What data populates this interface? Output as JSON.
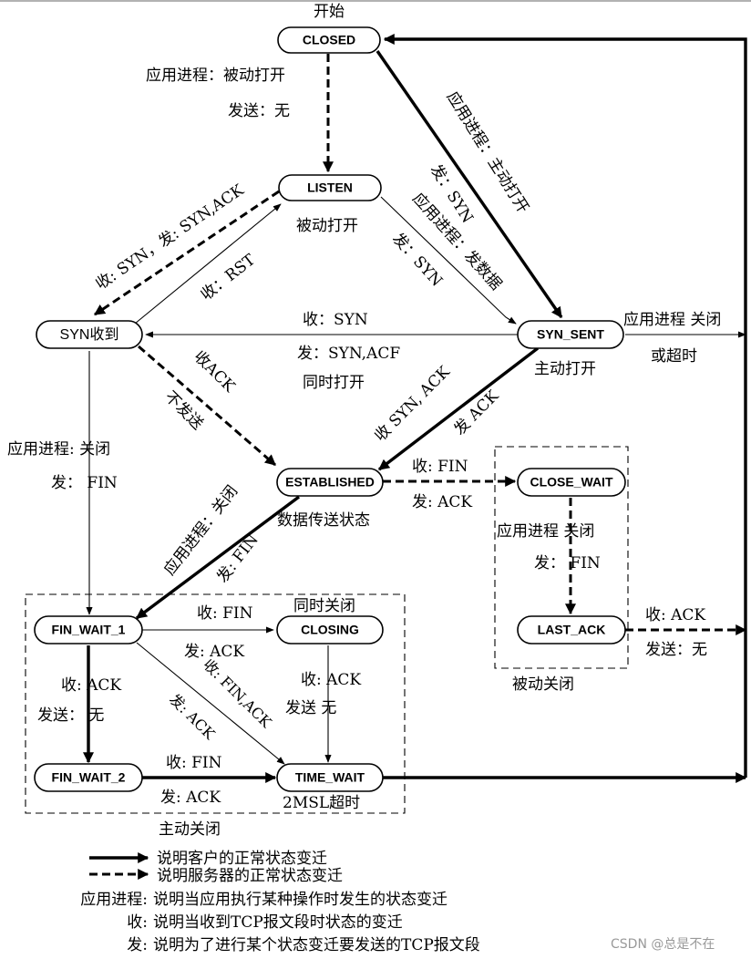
{
  "title": "开始",
  "states": {
    "closed": "CLOSED",
    "listen": "LISTEN",
    "syn_rcvd": "SYN收到",
    "syn_sent": "SYN_SENT",
    "established": "ESTABLISHED",
    "close_wait": "CLOSE_WAIT",
    "last_ack": "LAST_ACK",
    "fin_wait_1": "FIN_WAIT_1",
    "closing": "CLOSING",
    "fin_wait_2": "FIN_WAIT_2",
    "time_wait": "TIME_WAIT"
  },
  "labels": {
    "closed_listen_1": "应用进程：被动打开",
    "closed_listen_2": "发送：无",
    "listen_note": "被动打开",
    "listen_synrcvd_1": "收: SYN，发: SYN,ACK",
    "synrcvd_listen": "收：RST",
    "closed_synsent_1": "应用进程：主动打开",
    "closed_synsent_2": "发：SYN",
    "listen_synsent_1": "应用进程：发数据",
    "listen_synsent_2": "发：SYN",
    "synsent_synrcvd_1": "收：SYN",
    "synsent_synrcvd_2": "发：SYN,ACF",
    "synsent_synrcvd_3": "同时打开",
    "synsent_close_1": "应用进程 关闭",
    "synsent_close_2": "或超时",
    "synsent_note": "主动打开",
    "synrcvd_est_1": "收ACK",
    "synrcvd_est_2": "不发送",
    "synsent_est_1": "收 SYN, ACK",
    "synsent_est_2": "发 ACK",
    "synrcvd_fin1_1": "应用进程: 关闭",
    "synrcvd_fin1_2": "发： FIN",
    "est_closewait_1": "收: FIN",
    "est_closewait_2": "发: ACK",
    "est_note": "数据传送状态",
    "est_fin1_1": "应用进程：关闭",
    "est_fin1_2": "发: FIN",
    "closewait_lastack_1": "应用进程  关闭",
    "closewait_lastack_2": "发：  FIN",
    "lastack_closed_1": "收: ACK",
    "lastack_closed_2": "发送：无",
    "passive_close": "被动关闭",
    "fin1_closing_1": "收: FIN",
    "fin1_closing_2": "发: ACK",
    "simul_close": "同时关闭",
    "fin1_timewait_1": "收: FIN,ACK",
    "fin1_timewait_2": "发: ACK",
    "closing_timewait_1": "收: ACK",
    "closing_timewait_2": "发送 无",
    "fin1_fin2_1": "收: ACK",
    "fin1_fin2_2": "发送：  无",
    "fin2_timewait_1": "收: FIN",
    "fin2_timewait_2": "发: ACK",
    "timewait_note": "2MSL超时",
    "active_close": "主动关闭"
  },
  "legend": {
    "client": "说明客户的正常状态变迁",
    "server": "说明服务器的正常状态变迁",
    "app_key": "应用进程:",
    "app_desc": "说明当应用执行某种操作时发生的状态变迁",
    "recv_key": "收:",
    "recv_desc": "说明当收到TCP报文段时状态的变迁",
    "send_key": "发:",
    "send_desc": "说明为了进行某个状态变迁要发送的TCP报文段"
  },
  "watermark": "CSDN @总是不在"
}
